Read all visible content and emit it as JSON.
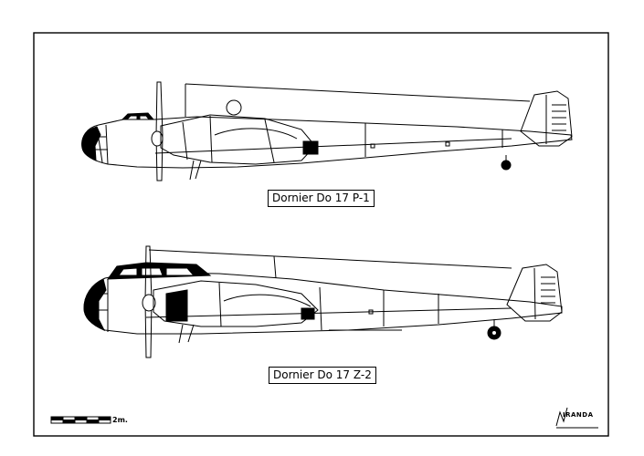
{
  "aircraft": [
    {
      "id": "p1",
      "name": "Dornier Do 17 P-1"
    },
    {
      "id": "z2",
      "name": "Dornier Do 17 Z-2"
    }
  ],
  "scale_bar": {
    "label": "2m."
  },
  "publisher_logo": {
    "text": "IRANDA"
  },
  "colors": {
    "line": "#000000",
    "paper": "#ffffff"
  }
}
